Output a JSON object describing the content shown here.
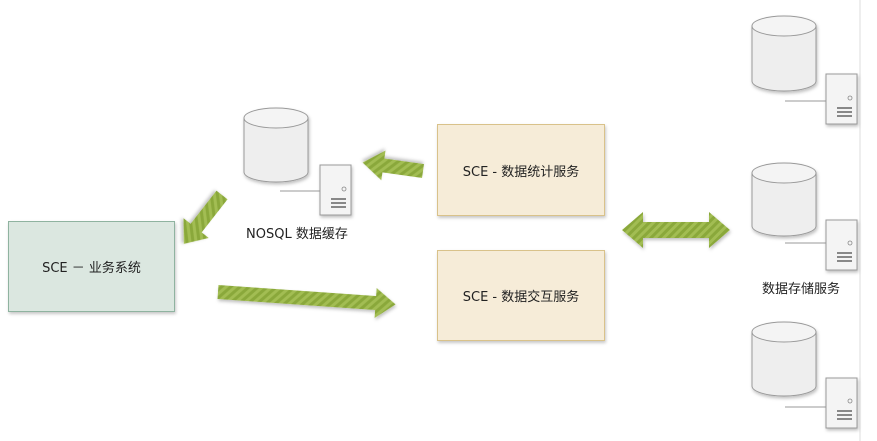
{
  "nodes": {
    "business_system": {
      "label": "SCE － 业务系统"
    },
    "stats_service": {
      "label": "SCE - 数据统计服务"
    },
    "exchange_service": {
      "label": "SCE - 数据交互服务"
    },
    "nosql_cache": {
      "label": "NOSQL 数据缓存"
    },
    "storage_service": {
      "label": "数据存储服务"
    }
  },
  "colors": {
    "system_box_fill": "#dbe7e0",
    "system_box_border": "#8fb3a0",
    "service_box_fill": "#f6ecd8",
    "service_box_border": "#d9c28a",
    "arrow_fill": "#8aa83a",
    "arrow_stripe": "#a7c35a",
    "db_fill": "#eeeeee",
    "db_stroke": "#9a9a9a"
  }
}
